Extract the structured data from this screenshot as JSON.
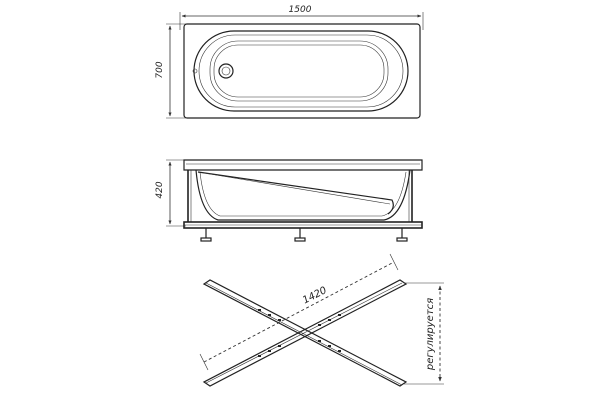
{
  "top_view": {
    "length_label": "1500",
    "width_label": "700"
  },
  "side_view": {
    "height_label": "420"
  },
  "frame_view": {
    "span_label": "1420",
    "adjust_label": "регулируется"
  }
}
